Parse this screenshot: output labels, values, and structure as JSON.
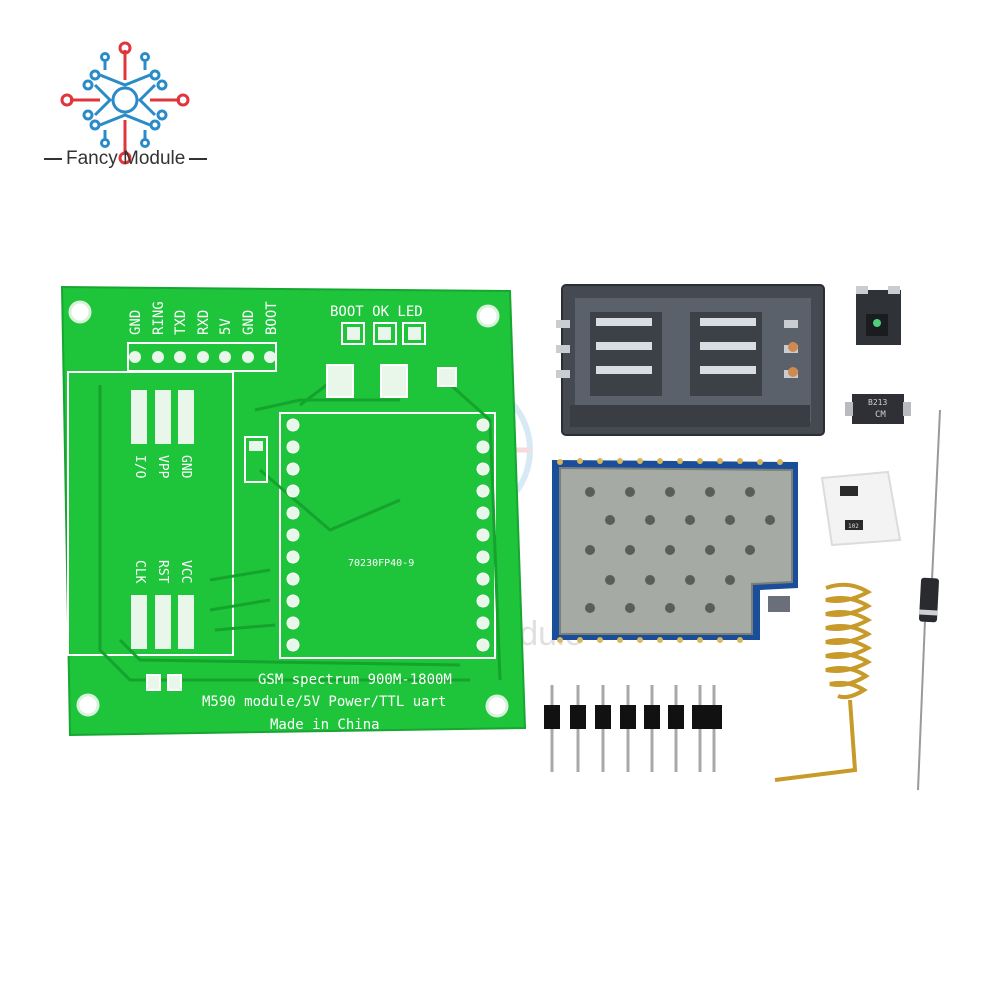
{
  "brand": {
    "name": "Fancy Module",
    "watermark": "Fancy Module",
    "colors": {
      "red": "#e0353b",
      "blue": "#2a8bc8"
    }
  },
  "pcb": {
    "color": "#1ec43a",
    "header_labels": [
      "GND",
      "RING",
      "TXD",
      "RXD",
      "5V",
      "GND",
      "BOOT"
    ],
    "led_label": "BOOT OK LED",
    "sim_pins_top": [
      "I/O",
      "VPP",
      "GND"
    ],
    "sim_pins_bottom": [
      "CLK",
      "RST",
      "VCC"
    ],
    "chip_marking": "70230FP40-9",
    "line1": "GSM spectrum 900M-1800M",
    "line2": "M590 module/5V Power/TTL uart",
    "line3": "Made in China"
  },
  "components": {
    "diode_marking": "CM",
    "smd_marking": "B213",
    "resistor_marking": "102",
    "items": [
      "sim-card-holder",
      "gsm-module",
      "led",
      "smd-diode",
      "resistors",
      "spring-antenna",
      "pin-header",
      "axial-diode"
    ]
  }
}
